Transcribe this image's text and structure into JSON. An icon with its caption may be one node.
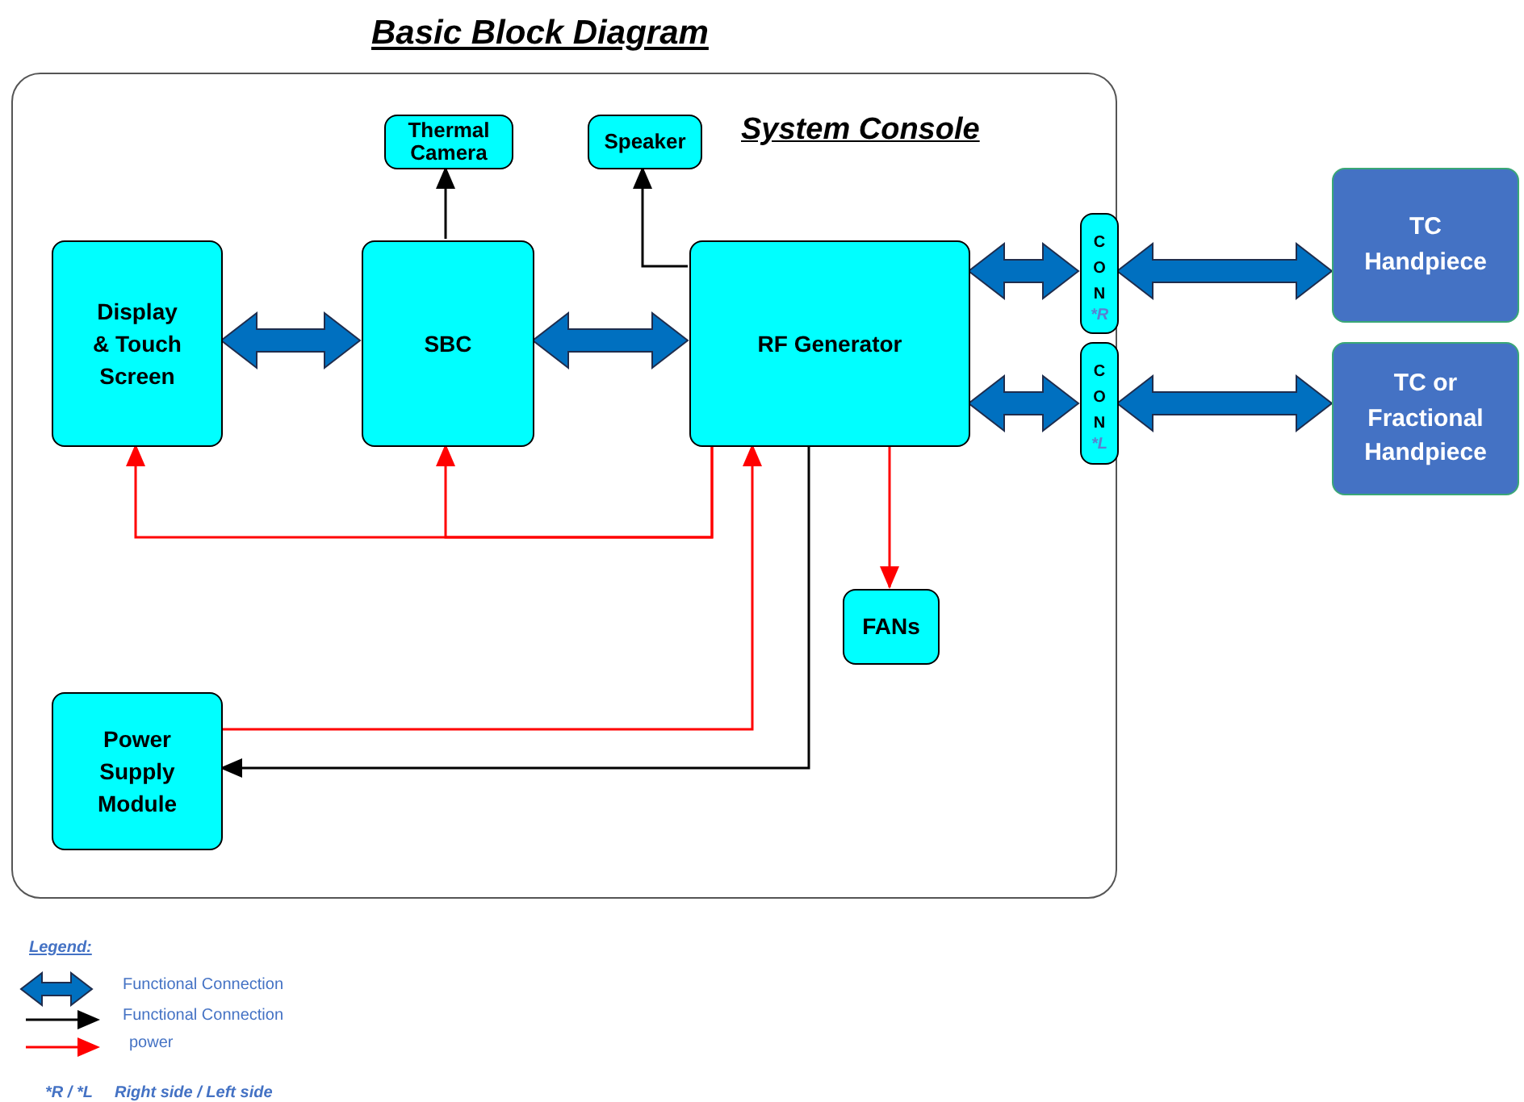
{
  "diagram": {
    "title": "Basic Block Diagram",
    "nodes": [
      {
        "text": [
          "System Console"
        ]
      },
      {
        "text": [
          "Thermal Camera"
        ],
        "in": 0
      },
      {
        "text": [
          "Speaker"
        ],
        "in": 0
      },
      {
        "text": [
          "Display & Touch Screen"
        ],
        "in": 0
      },
      {
        "text": [
          "SBC"
        ],
        "in": 0
      },
      {
        "text": [
          "RF Generator"
        ],
        "in": 0
      },
      {
        "text": [
          "CON",
          "*R"
        ],
        "in": 0
      },
      {
        "text": [
          "CON",
          "*L"
        ],
        "in": 0
      },
      {
        "text": [
          "FANs"
        ],
        "in": 0
      },
      {
        "text": [
          "Power Supply Module"
        ],
        "in": 0
      },
      {
        "text": [
          "TC Handpiece"
        ]
      },
      {
        "text": [
          "TC or Fractional Handpiece"
        ]
      }
    ],
    "edges": [
      {
        "from": 3,
        "to": 4,
        "arrow": "both",
        "style": "thick"
      },
      {
        "from": 4,
        "to": 5,
        "arrow": "both",
        "style": "thick"
      },
      {
        "from": 5,
        "to": 6,
        "arrow": "both",
        "style": "thick"
      },
      {
        "from": 5,
        "to": 7,
        "arrow": "both",
        "style": "thick"
      },
      {
        "from": 6,
        "to": 10,
        "arrow": "both",
        "style": "thick"
      },
      {
        "from": 7,
        "to": 11,
        "arrow": "both",
        "style": "thick"
      },
      {
        "from": 4,
        "to": 1,
        "arrow": "to",
        "color": "#000000"
      },
      {
        "from": 5,
        "to": 2,
        "arrow": "to",
        "color": "#000000"
      },
      {
        "from": 5,
        "to": 3,
        "arrow": "to",
        "color": "#ff0000"
      },
      {
        "from": 5,
        "to": 4,
        "arrow": "to",
        "color": "#ff0000"
      },
      {
        "from": 9,
        "to": 5,
        "arrow": "to",
        "color": "#ff0000"
      },
      {
        "from": 5,
        "to": 9,
        "arrow": "to",
        "color": "#000000"
      },
      {
        "from": 5,
        "to": 8,
        "arrow": "to",
        "color": "#ff0000"
      }
    ],
    "labels": [
      "Legend:",
      "*R / *L",
      "Right side / Left side"
    ],
    "legend": [
      {
        "text": "Functional Connection"
      },
      {
        "text": "Functional Connection"
      },
      {
        "text": "power"
      }
    ]
  }
}
